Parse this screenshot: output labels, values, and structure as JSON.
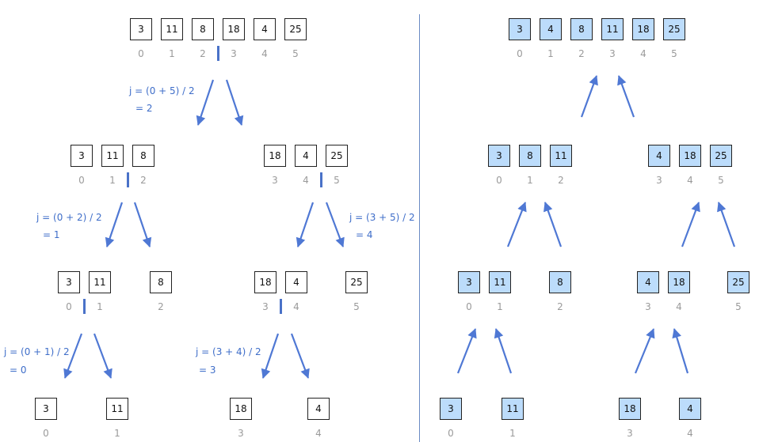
{
  "colors": {
    "arrow": "#4f78d4",
    "split_marker": "#4a72c8",
    "annotation": "#3f6ec9",
    "sorted_fill": "#bcdcfb"
  },
  "split": {
    "levels": [
      {
        "groups": [
          {
            "values": [
              "3",
              "11",
              "8",
              "18",
              "4",
              "25"
            ],
            "indices": [
              "0",
              "1",
              "2",
              "3",
              "4",
              "5"
            ],
            "split_after": 2
          }
        ]
      },
      {
        "groups": [
          {
            "values": [
              "3",
              "11",
              "8"
            ],
            "indices": [
              "0",
              "1",
              "2"
            ],
            "split_after": 1
          },
          {
            "values": [
              "18",
              "4",
              "25"
            ],
            "indices": [
              "3",
              "4",
              "5"
            ],
            "split_after": 1
          }
        ]
      },
      {
        "groups": [
          {
            "values": [
              "3",
              "11"
            ],
            "indices": [
              "0",
              "1"
            ],
            "split_after": 0
          },
          {
            "values": [
              "8"
            ],
            "indices": [
              "2"
            ]
          },
          {
            "values": [
              "18",
              "4"
            ],
            "indices": [
              "3",
              "4"
            ],
            "split_after": 0
          },
          {
            "values": [
              "25"
            ],
            "indices": [
              "5"
            ]
          }
        ]
      },
      {
        "groups": [
          {
            "values": [
              "3"
            ],
            "indices": [
              "0"
            ]
          },
          {
            "values": [
              "11"
            ],
            "indices": [
              "1"
            ]
          },
          {
            "values": [
              "18"
            ],
            "indices": [
              "3"
            ]
          },
          {
            "values": [
              "4"
            ],
            "indices": [
              "4"
            ]
          }
        ]
      }
    ],
    "annotations": [
      {
        "line1": "j = (0 + 5) / 2",
        "line2": "= 2"
      },
      {
        "line1": "j = (0 + 2) / 2",
        "line2": "= 1"
      },
      {
        "line1": "j = (3 + 5) / 2",
        "line2": "= 4"
      },
      {
        "line1": "j = (0 + 1) / 2",
        "line2": "= 0"
      },
      {
        "line1": "j = (3 + 4) / 2",
        "line2": "= 3"
      }
    ]
  },
  "merge": {
    "levels": [
      {
        "groups": [
          {
            "values": [
              "3",
              "4",
              "8",
              "11",
              "18",
              "25"
            ],
            "indices": [
              "0",
              "1",
              "2",
              "3",
              "4",
              "5"
            ]
          }
        ]
      },
      {
        "groups": [
          {
            "values": [
              "3",
              "8",
              "11"
            ],
            "indices": [
              "0",
              "1",
              "2"
            ]
          },
          {
            "values": [
              "4",
              "18",
              "25"
            ],
            "indices": [
              "3",
              "4",
              "5"
            ]
          }
        ]
      },
      {
        "groups": [
          {
            "values": [
              "3",
              "11"
            ],
            "indices": [
              "0",
              "1"
            ]
          },
          {
            "values": [
              "8"
            ],
            "indices": [
              "2"
            ]
          },
          {
            "values": [
              "4",
              "18"
            ],
            "indices": [
              "3",
              "4"
            ]
          },
          {
            "values": [
              "25"
            ],
            "indices": [
              "5"
            ]
          }
        ]
      },
      {
        "groups": [
          {
            "values": [
              "3"
            ],
            "indices": [
              "0"
            ]
          },
          {
            "values": [
              "11"
            ],
            "indices": [
              "1"
            ]
          },
          {
            "values": [
              "18"
            ],
            "indices": [
              "3"
            ]
          },
          {
            "values": [
              "4"
            ],
            "indices": [
              "4"
            ]
          }
        ]
      }
    ]
  }
}
